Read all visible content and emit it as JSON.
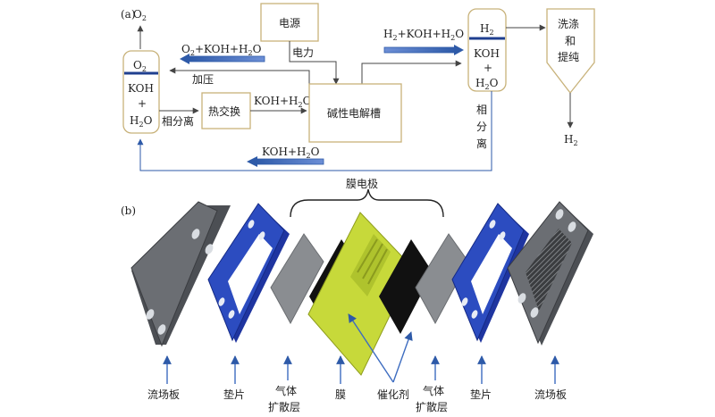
{
  "panel_a": {
    "label": "(a)",
    "o2_top": "O",
    "o2_top_sub": "2",
    "power_box": "电源",
    "power_line": "电力",
    "o2_stream": [
      "O",
      "2",
      "+KOH+H",
      "2",
      "O"
    ],
    "h2_stream": [
      "H",
      "2",
      "+KOH+H",
      "2",
      "O"
    ],
    "left_sep": {
      "gas": [
        "O",
        "2"
      ],
      "liq1": "KOH",
      "liq2": "+",
      "liq3": [
        "H",
        "2",
        "O"
      ]
    },
    "right_sep": {
      "gas": [
        "H",
        "2"
      ],
      "liq1": "KOH",
      "liq2": "+",
      "liq3": [
        "H",
        "2",
        "O"
      ]
    },
    "pressurize": "加压",
    "phase_sep_left": "相分离",
    "heat_exchanger": "热交换",
    "electrolyzer": "碱性电解槽",
    "koh_to_cell": [
      "KOH+H",
      "2",
      "O"
    ],
    "phase_sep_right": [
      "相",
      "分",
      "离"
    ],
    "purify": [
      "洗涤",
      "和",
      "提纯"
    ],
    "h2_out": [
      "H",
      "2"
    ],
    "koh_return": [
      "KOH+H",
      "2",
      "O"
    ]
  },
  "panel_b": {
    "label": "(b)",
    "mea_label": "膜电极",
    "parts": {
      "flow_plate_left": "流场板",
      "gasket_left": "垫片",
      "gdl_left": [
        "气体",
        "扩散层"
      ],
      "membrane": "膜",
      "catalyst": "催化剂",
      "gdl_right": [
        "气体",
        "扩散层"
      ],
      "gasket_right": "垫片",
      "flow_plate_right": "流场板"
    }
  },
  "colors": {
    "box_border": "#c8b27a",
    "arrow_blue": "#2e5aa8",
    "bar_blue": "#1f3f8f",
    "plate_gray": "#5e6166",
    "gasket_blue": "#2747b3",
    "gdl_gray": "#8a8d91",
    "catalyst_black": "#111111",
    "membrane_yellow": "#c7d93a"
  }
}
